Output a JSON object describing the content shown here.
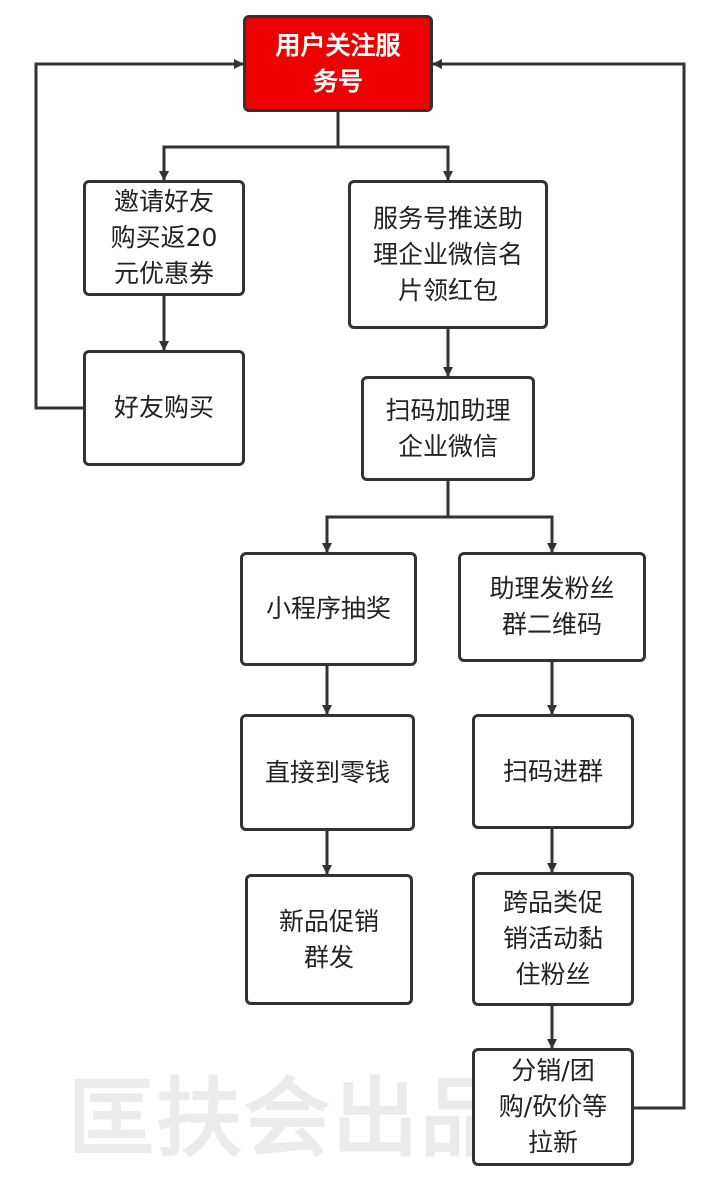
{
  "colors": {
    "start_fill": "#ee0000",
    "stroke": "#333333",
    "watermark": "#ebebeb"
  },
  "nodes": {
    "follow": "用户关注服\n务号",
    "invite": "邀请好友\n购买返20\n元优惠券",
    "friend_buy": "好友购买",
    "push": "服务号推送助\n理企业微信名\n片领红包",
    "scan_add": "扫码加助理\n企业微信",
    "lottery": "小程序抽奖",
    "qr_group": "助理发粉丝\n群二维码",
    "wallet": "直接到零钱",
    "scan_group": "扫码进群",
    "new_product": "新品促销\n群发",
    "cross_sell": "跨品类促\n销活动黏\n住粉丝",
    "distribution": "分销/团\n购/砍价等\n拉新"
  },
  "watermark": "匡扶会出品"
}
